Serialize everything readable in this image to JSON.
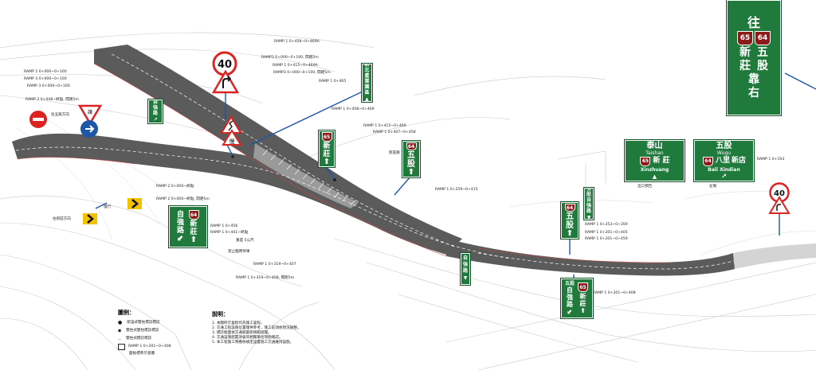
{
  "signs": {
    "big_top": {
      "wang": "往",
      "r65": "65",
      "r64": "64",
      "xinzhuang": "新莊",
      "wugu": "五股",
      "kao": "靠",
      "you": "右"
    },
    "speed_left": "40",
    "speed_right": "40",
    "xinzhuang_small": "新莊",
    "wugu_small": "五股",
    "wugu_mid": "五股",
    "north_board": {
      "r64": "64",
      "ziqiang": "自強路",
      "xinzhuang": "新莊"
    },
    "bottom_board": {
      "wugu": "五股",
      "r65": "65",
      "ziqiang": "自強路",
      "xinzhuang": "新莊"
    },
    "vertical_ziqiang": "自強路",
    "vertical_left_ziqiang": "自強路",
    "vertical_tall": "新北產業園區",
    "vertical_mid": "五股自強路",
    "taishan_board": {
      "taishan": "泰山",
      "taishan_en": "Taishan",
      "xinzhuang": "新 莊",
      "xinzhuang_en": "Xinzhuang",
      "r65": "65"
    },
    "wugu_board": {
      "wugu": "五股",
      "wugu_en": "Wugu",
      "bali": "八里",
      "xindian": "新店",
      "bali_xindian_en": "Bali Xindian",
      "r64": "64"
    },
    "warning_small": "慢",
    "yield_text": "讓"
  },
  "legend": {
    "title": "圖例：",
    "items": [
      "新設式雙柱標誌標誌",
      "雙柱式雙柱標誌標誌",
      "雙柱式標誌標誌"
    ],
    "ramp_ref": "RAMP 1 0+201~0+408",
    "caption": "面板標準示意圖"
  },
  "notes": {
    "title": "說明：",
    "lines": [
      "1. 本圖所示里程均為施工里程。",
      "2. 交通工程設施位置僅供參考，施工前須依現況調整。",
      "3. 標誌版面依交通部最新規範辦理。",
      "4. 交通設施配置須會同相關單位現勘確認。",
      "5. 本工程施工時應依規定設置施工交通維持設施。"
    ]
  },
  "labels": {
    "ramp_a": "RAMP 1 0+458~0+469A",
    "ramp_b": "RAMP3 0+000~0+100, 間距5m",
    "ramp_c": "RAMP 1 0+415~0+469A",
    "ramp_d": "RAMP3 0+000~0+100, 間距5m",
    "ramp_e": "RAMP 1 0+465",
    "ramp_f": "RAMP 1 0+458~0+469",
    "ramp_g": "RAMP 1 0+415~0+469",
    "ramp_h": "RAMP 1 0+407~0+458",
    "ramp_i": "RAMP 1 0+259~0+415",
    "ramp_j": "RAMP 1 0+253~0+359",
    "ramp_k": "RAMP 1 0+201~0+405",
    "ramp_l": "RAMP 1 0+201~0+459",
    "ramp_m": "RAMP 1 0+193",
    "ramp_n": "RAMP 1 0+201~0+408",
    "ramp_o": "RAMP 2 0+000~0+100",
    "ramp_p": "RAMP 3 0+000~0+100",
    "ramp_q": "RAMP 3 0+000~0+100",
    "ramp_r": "RAMP 2 0+048~終點, 間距5m",
    "ramp_s": "RAMP 2 0+000~終點",
    "ramp_t": "RAMP 2 0+000~終點, 間距5m",
    "ramp_u": "RAMP 1 0+456",
    "ramp_v": "RAMP 1 0+441~終點",
    "ramp_w": "RAMP 1 0+319~0+407",
    "ramp_x": "RAMP 1 0+319~0+408, 間距5m",
    "note_keep": "禁止臨時停車",
    "note_width": "寬度 5公尺",
    "note_dir": "往五股方向",
    "note_xz": "往新莊方向",
    "note_xz2": "新莊路",
    "slow_note": "慢行",
    "exit_note": "出口預告",
    "left_note": "左彎"
  }
}
